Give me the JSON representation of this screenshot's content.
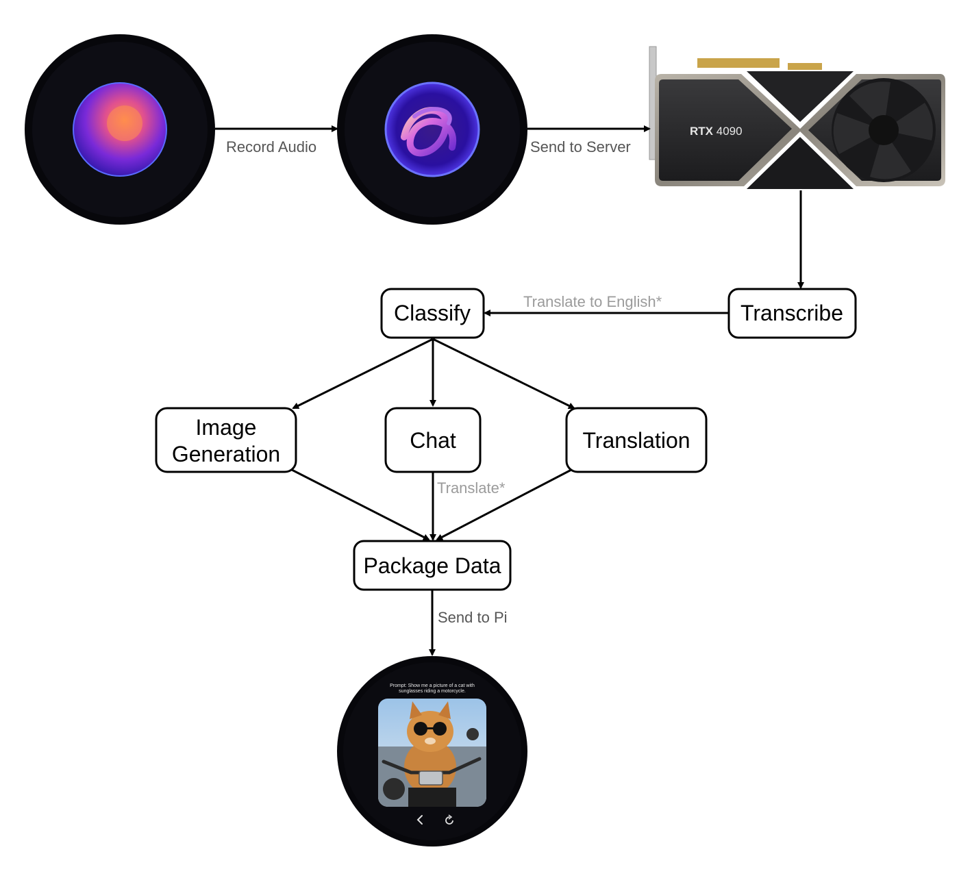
{
  "edges": {
    "record_audio": "Record Audio",
    "send_to_server": "Send to Server",
    "translate_to_english": "Translate to English*",
    "translate": "Translate*",
    "send_to_pi": "Send to Pi"
  },
  "nodes": {
    "classify": "Classify",
    "transcribe": "Transcribe",
    "image_generation_line1": "Image",
    "image_generation_line2": "Generation",
    "chat": "Chat",
    "translation": "Translation",
    "package_data": "Package Data"
  },
  "gpu": {
    "brand_bold": "RTX",
    "brand_model": "4090"
  },
  "device_screen": {
    "prompt_line1": "Prompt: Show me a picture of a cat with",
    "prompt_line2": "sunglasses riding a motorcycle.",
    "back_icon": "chevron-left-icon",
    "refresh_icon": "refresh-icon"
  },
  "colors": {
    "edge_label_dark": "#555555",
    "edge_label_light": "#9b9b9b",
    "arrow": "#000000"
  }
}
